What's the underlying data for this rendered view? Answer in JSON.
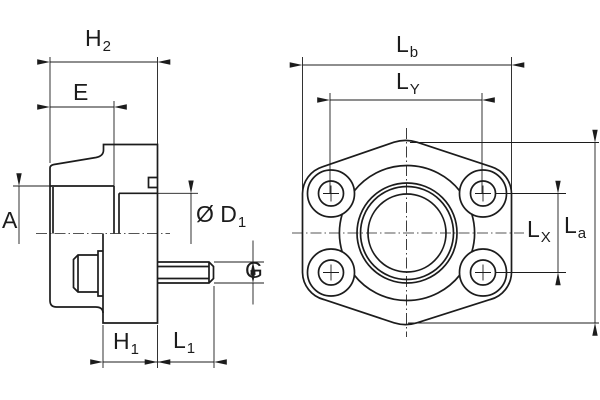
{
  "colors": {
    "line": "#1c1c1c",
    "bg": "#ffffff"
  },
  "drawing": {
    "type": "technical-drawing",
    "views": {
      "side": "side-section-view",
      "front": "front-flange-view"
    }
  },
  "dimensions": {
    "h2": {
      "main": "H",
      "sub": "2"
    },
    "e": {
      "main": "E",
      "sub": ""
    },
    "a": {
      "main": "A",
      "sub": ""
    },
    "d1": {
      "main": "Ø D",
      "sub": "1"
    },
    "g": {
      "main": "G",
      "sub": ""
    },
    "h1": {
      "main": "H",
      "sub": "1"
    },
    "l1": {
      "main": "L",
      "sub": "1"
    },
    "lb": {
      "main": "L",
      "sub": "b"
    },
    "ly": {
      "main": "L",
      "sub": "Y"
    },
    "lx": {
      "main": "L",
      "sub": "X"
    },
    "la": {
      "main": "L",
      "sub": "a"
    }
  }
}
